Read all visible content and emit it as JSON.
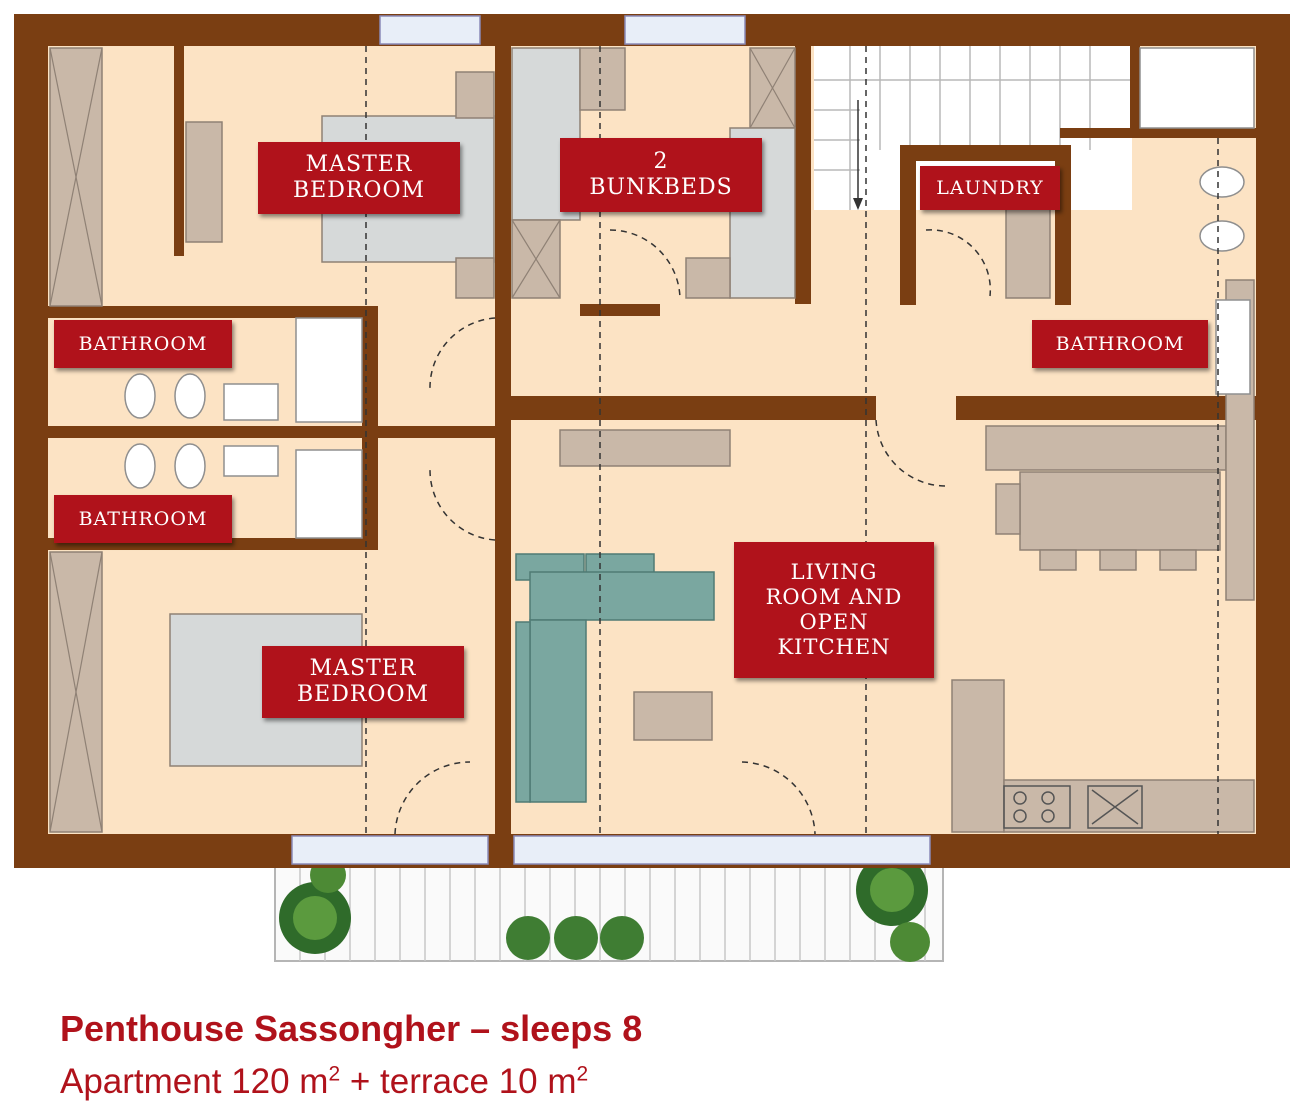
{
  "plan": {
    "rooms": [
      {
        "id": "master-bedroom-1",
        "label": "MASTER\nBEDROOM"
      },
      {
        "id": "bunkbeds",
        "label": "2\nBUNKBEDS"
      },
      {
        "id": "laundry",
        "label": "LAUNDRY"
      },
      {
        "id": "bathroom-1",
        "label": "BATHROOM"
      },
      {
        "id": "bathroom-2",
        "label": "BATHROOM"
      },
      {
        "id": "bathroom-3",
        "label": "BATHROOM"
      },
      {
        "id": "living-room",
        "label": "LIVING\nROOM AND\nOPEN\nKITCHEN"
      },
      {
        "id": "master-bedroom-2",
        "label": "MASTER\nBEDROOM"
      }
    ],
    "colors": {
      "wall": "#7a3e12",
      "floor": "#fce3c4",
      "furniture": "#c9b8a8",
      "sofa": "#7aa7a0",
      "fixture": "#ffffff",
      "label_bg": "#b0121b",
      "caption": "#b0121b"
    }
  },
  "caption": {
    "title": "Penthouse Sassongher – sleeps 8",
    "subtitle_prefix": "Apartment 120 m",
    "subtitle_sup1": "2",
    "subtitle_middle": " + terrace 10 m",
    "subtitle_sup2": "2"
  }
}
